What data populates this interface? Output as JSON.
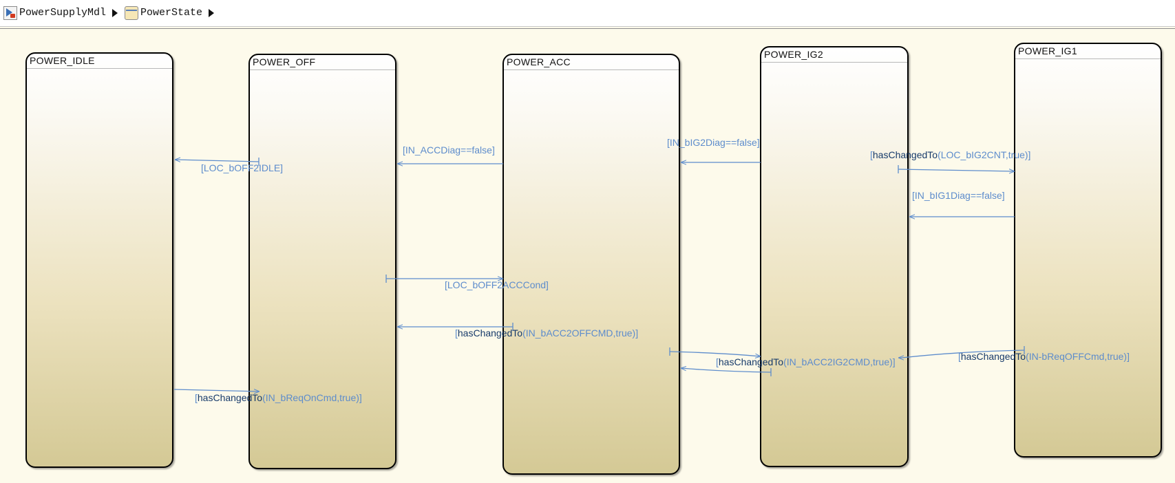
{
  "breadcrumb": {
    "model_name": "PowerSupplyMdl",
    "chart_name": "PowerState",
    "model_icon": "simulink-model-icon",
    "chart_icon": "stateflow-chart-icon",
    "separator_icon": "right-triangle-icon"
  },
  "colors": {
    "canvas": "#fdfaeb",
    "transition": "#5d8ccc",
    "function_name": "#163a6a",
    "state_border": "#000000"
  },
  "states": [
    {
      "id": "idle",
      "name": "POWER_IDLE"
    },
    {
      "id": "off",
      "name": "POWER_OFF"
    },
    {
      "id": "acc",
      "name": "POWER_ACC"
    },
    {
      "id": "ig2",
      "name": "POWER_IG2"
    },
    {
      "id": "ig1",
      "name": "POWER_IG1"
    }
  ],
  "transitions": [
    {
      "id": "off-to-idle",
      "pre": "[",
      "fn": "",
      "args": "LOC_bOFF2IDLE]"
    },
    {
      "id": "acc-to-off",
      "pre": "[",
      "fn": "",
      "args": "IN_ACCDiag==false]"
    },
    {
      "id": "ig2-to-acc",
      "pre": "[",
      "fn": "",
      "args": "IN_bIG2Diag==false]"
    },
    {
      "id": "ig2-to-ig1",
      "pre": "[",
      "fn": "hasChangedTo",
      "args": "(LOC_bIG2CNT,true)]"
    },
    {
      "id": "ig1-to-ig2",
      "pre": "[",
      "fn": "",
      "args": "IN_bIG1Diag==false]"
    },
    {
      "id": "off-to-acc",
      "pre": "[",
      "fn": "",
      "args": "LOC_bOFF2ACCCond]"
    },
    {
      "id": "acc-to-off-cmd",
      "pre": "[",
      "fn": "hasChangedTo",
      "args": "(IN_bACC2OFFCMD,true)]"
    },
    {
      "id": "acc-to-ig2",
      "pre": "[",
      "fn": "hasChangedTo",
      "args": "(IN_bACC2IG2CMD,true)]"
    },
    {
      "id": "ig1-to-off",
      "pre": "[",
      "fn": "hasChangedTo",
      "args": "(IN-bReqOFFCmd,true)]"
    },
    {
      "id": "idle-to-off",
      "pre": "[",
      "fn": "hasChangedTo",
      "args": "(IN_bReqOnCmd,true)]"
    }
  ]
}
